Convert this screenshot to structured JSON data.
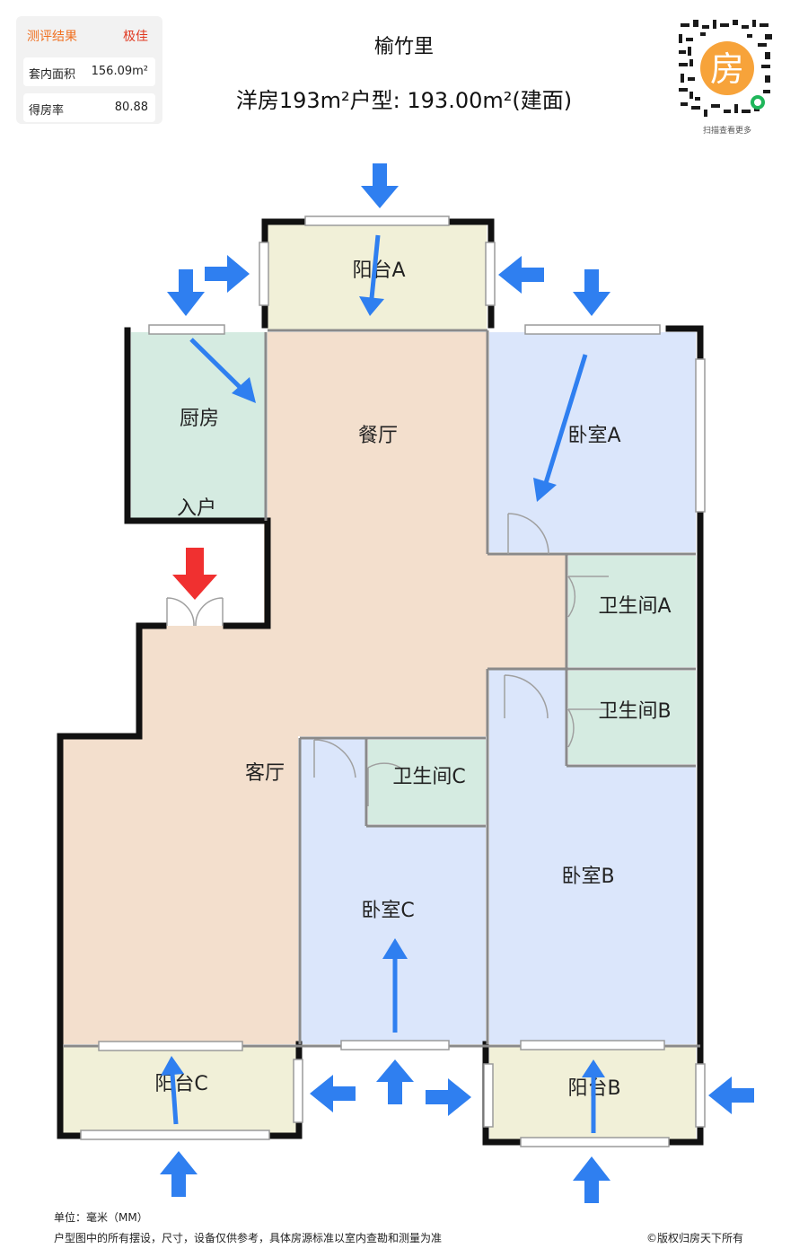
{
  "evaluation": {
    "header_label": "测评结果",
    "header_value": "极佳",
    "rows": [
      {
        "label": "套内面积",
        "value": "156.09m²"
      },
      {
        "label": "得房率",
        "value": "80.88"
      }
    ]
  },
  "title": "榆竹里",
  "subtitle": "洋房193m²户型: 193.00m²(建面)",
  "qr": {
    "badge": "房",
    "caption": "扫描查看更多"
  },
  "rooms": {
    "balcony_a": "阳台A",
    "kitchen": "厨房",
    "entrance": "入户",
    "dining": "餐厅",
    "bedroom_a": "卧室A",
    "bath_a": "卫生间A",
    "bath_b": "卫生间B",
    "bath_c": "卫生间C",
    "living": "客厅",
    "bedroom_b": "卧室B",
    "bedroom_c": "卧室C",
    "balcony_b": "阳台B",
    "balcony_c": "阳台C"
  },
  "colors": {
    "living_dining": "#f3dfcd",
    "bedroom": "#dbe6fb",
    "wet_room": "#d5ebe1",
    "balcony": "#f1f0d8",
    "wall": "#111111",
    "arrow_blue": "#2f7ff0",
    "arrow_red": "#f03030"
  },
  "footer": {
    "unit": "单位：毫米（MM）",
    "disclaimer": "户型图中的所有摆设，尺寸，设备仅供参考，具体房源标准以室内查勘和测量为准",
    "copyright": "©版权归房天下所有"
  }
}
